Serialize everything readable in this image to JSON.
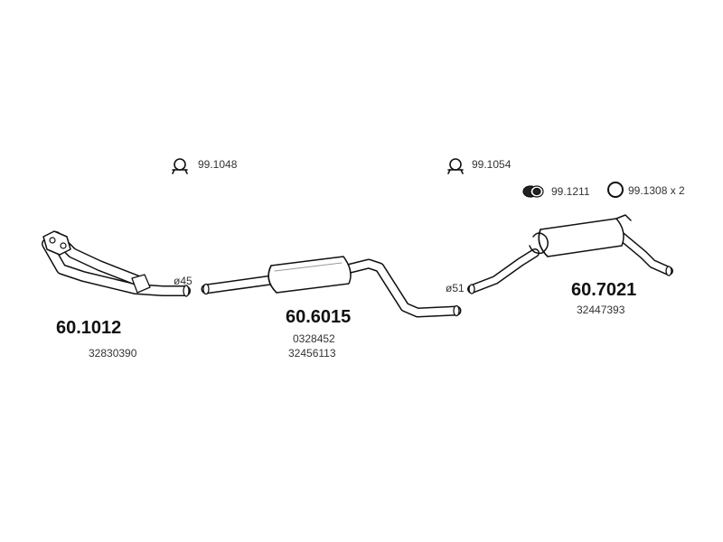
{
  "accessories": [
    {
      "code": "99.1048",
      "icon": "u-clamp-icon"
    },
    {
      "code": "99.1054",
      "icon": "u-clamp-icon"
    },
    {
      "code": "99.1211",
      "icon": "rubber-mount-icon"
    },
    {
      "code": "99.1308 x 2",
      "icon": "ring-icon"
    }
  ],
  "diameters": {
    "front": "ø45",
    "middle": "ø51"
  },
  "parts": [
    {
      "number": "60.1012",
      "refs": [
        "32830390"
      ]
    },
    {
      "number": "60.6015",
      "refs": [
        "0328452",
        "32456113"
      ]
    },
    {
      "number": "60.7021",
      "refs": [
        "32447393"
      ]
    }
  ]
}
